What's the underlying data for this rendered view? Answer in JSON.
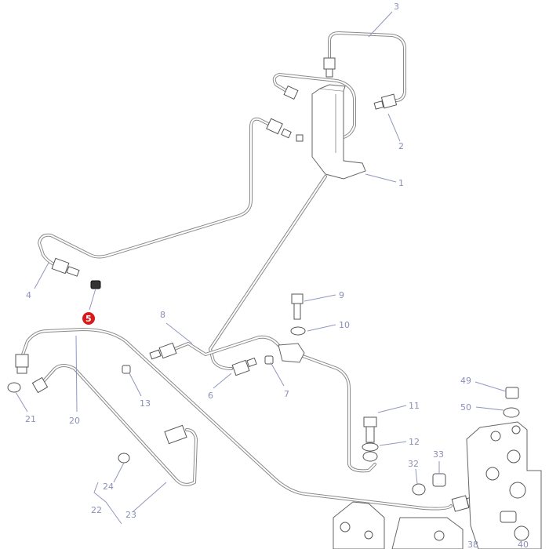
{
  "diagram": {
    "highlight_color": "#d91a1a",
    "label_color": "#8a8fb8",
    "callouts": [
      {
        "id": "c1",
        "text": "1"
      },
      {
        "id": "c2",
        "text": "2"
      },
      {
        "id": "c3",
        "text": "3"
      },
      {
        "id": "c4",
        "text": "4"
      },
      {
        "id": "c5",
        "text": "5",
        "highlighted": true
      },
      {
        "id": "c6",
        "text": "6"
      },
      {
        "id": "c7",
        "text": "7"
      },
      {
        "id": "c8",
        "text": "8"
      },
      {
        "id": "c9",
        "text": "9"
      },
      {
        "id": "c10",
        "text": "10"
      },
      {
        "id": "c11",
        "text": "11"
      },
      {
        "id": "c12",
        "text": "12"
      },
      {
        "id": "c13",
        "text": "13"
      },
      {
        "id": "c20",
        "text": "20"
      },
      {
        "id": "c21",
        "text": "21"
      },
      {
        "id": "c22",
        "text": "22"
      },
      {
        "id": "c23",
        "text": "23"
      },
      {
        "id": "c24",
        "text": "24"
      },
      {
        "id": "c32",
        "text": "32"
      },
      {
        "id": "c33",
        "text": "33"
      },
      {
        "id": "c38",
        "text": "38"
      },
      {
        "id": "c40",
        "text": "40"
      },
      {
        "id": "c49",
        "text": "49"
      },
      {
        "id": "c50",
        "text": "50"
      }
    ]
  }
}
